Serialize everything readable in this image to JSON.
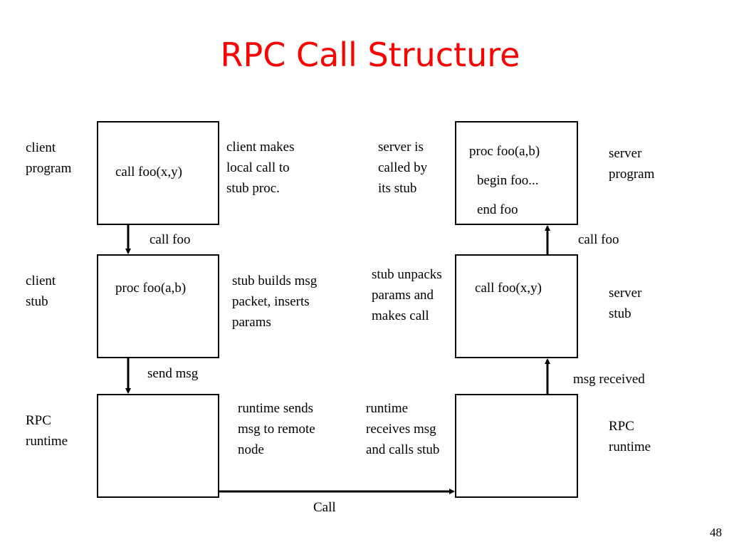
{
  "title": "RPC Call Structure",
  "page_number": "48",
  "colors": {
    "title": "#ff0000",
    "lines": "#000000"
  },
  "client": {
    "program": {
      "label": "client\nprogram",
      "code": "call foo(x,y)"
    },
    "stub": {
      "label": "client\nstub",
      "code": "proc foo(a,b)"
    },
    "runtime": {
      "label": "RPC\nruntime"
    },
    "arrow1_label": "call foo",
    "arrow2_label": "send msg"
  },
  "server": {
    "program": {
      "label": "server\nprogram",
      "code_line1": "proc foo(a,b)",
      "code_line2": "begin foo...",
      "code_line3": "end foo"
    },
    "stub": {
      "label": "server\nstub",
      "code": "call foo(x,y)"
    },
    "runtime": {
      "label": "RPC\nruntime"
    },
    "arrow1_label": "call foo",
    "arrow2_label": "msg received"
  },
  "descriptions": {
    "client_makes": "client makes\nlocal call to\nstub proc.",
    "stub_builds": "stub builds msg\npacket, inserts\nparams",
    "runtime_sends": "runtime sends\nmsg to remote\nnode",
    "server_called": "server is\ncalled by\nits stub",
    "stub_unpacks": "stub unpacks\nparams and\nmakes call",
    "runtime_receives": "runtime\nreceives msg\nand calls stub"
  },
  "bottom_arrow_label": "Call"
}
